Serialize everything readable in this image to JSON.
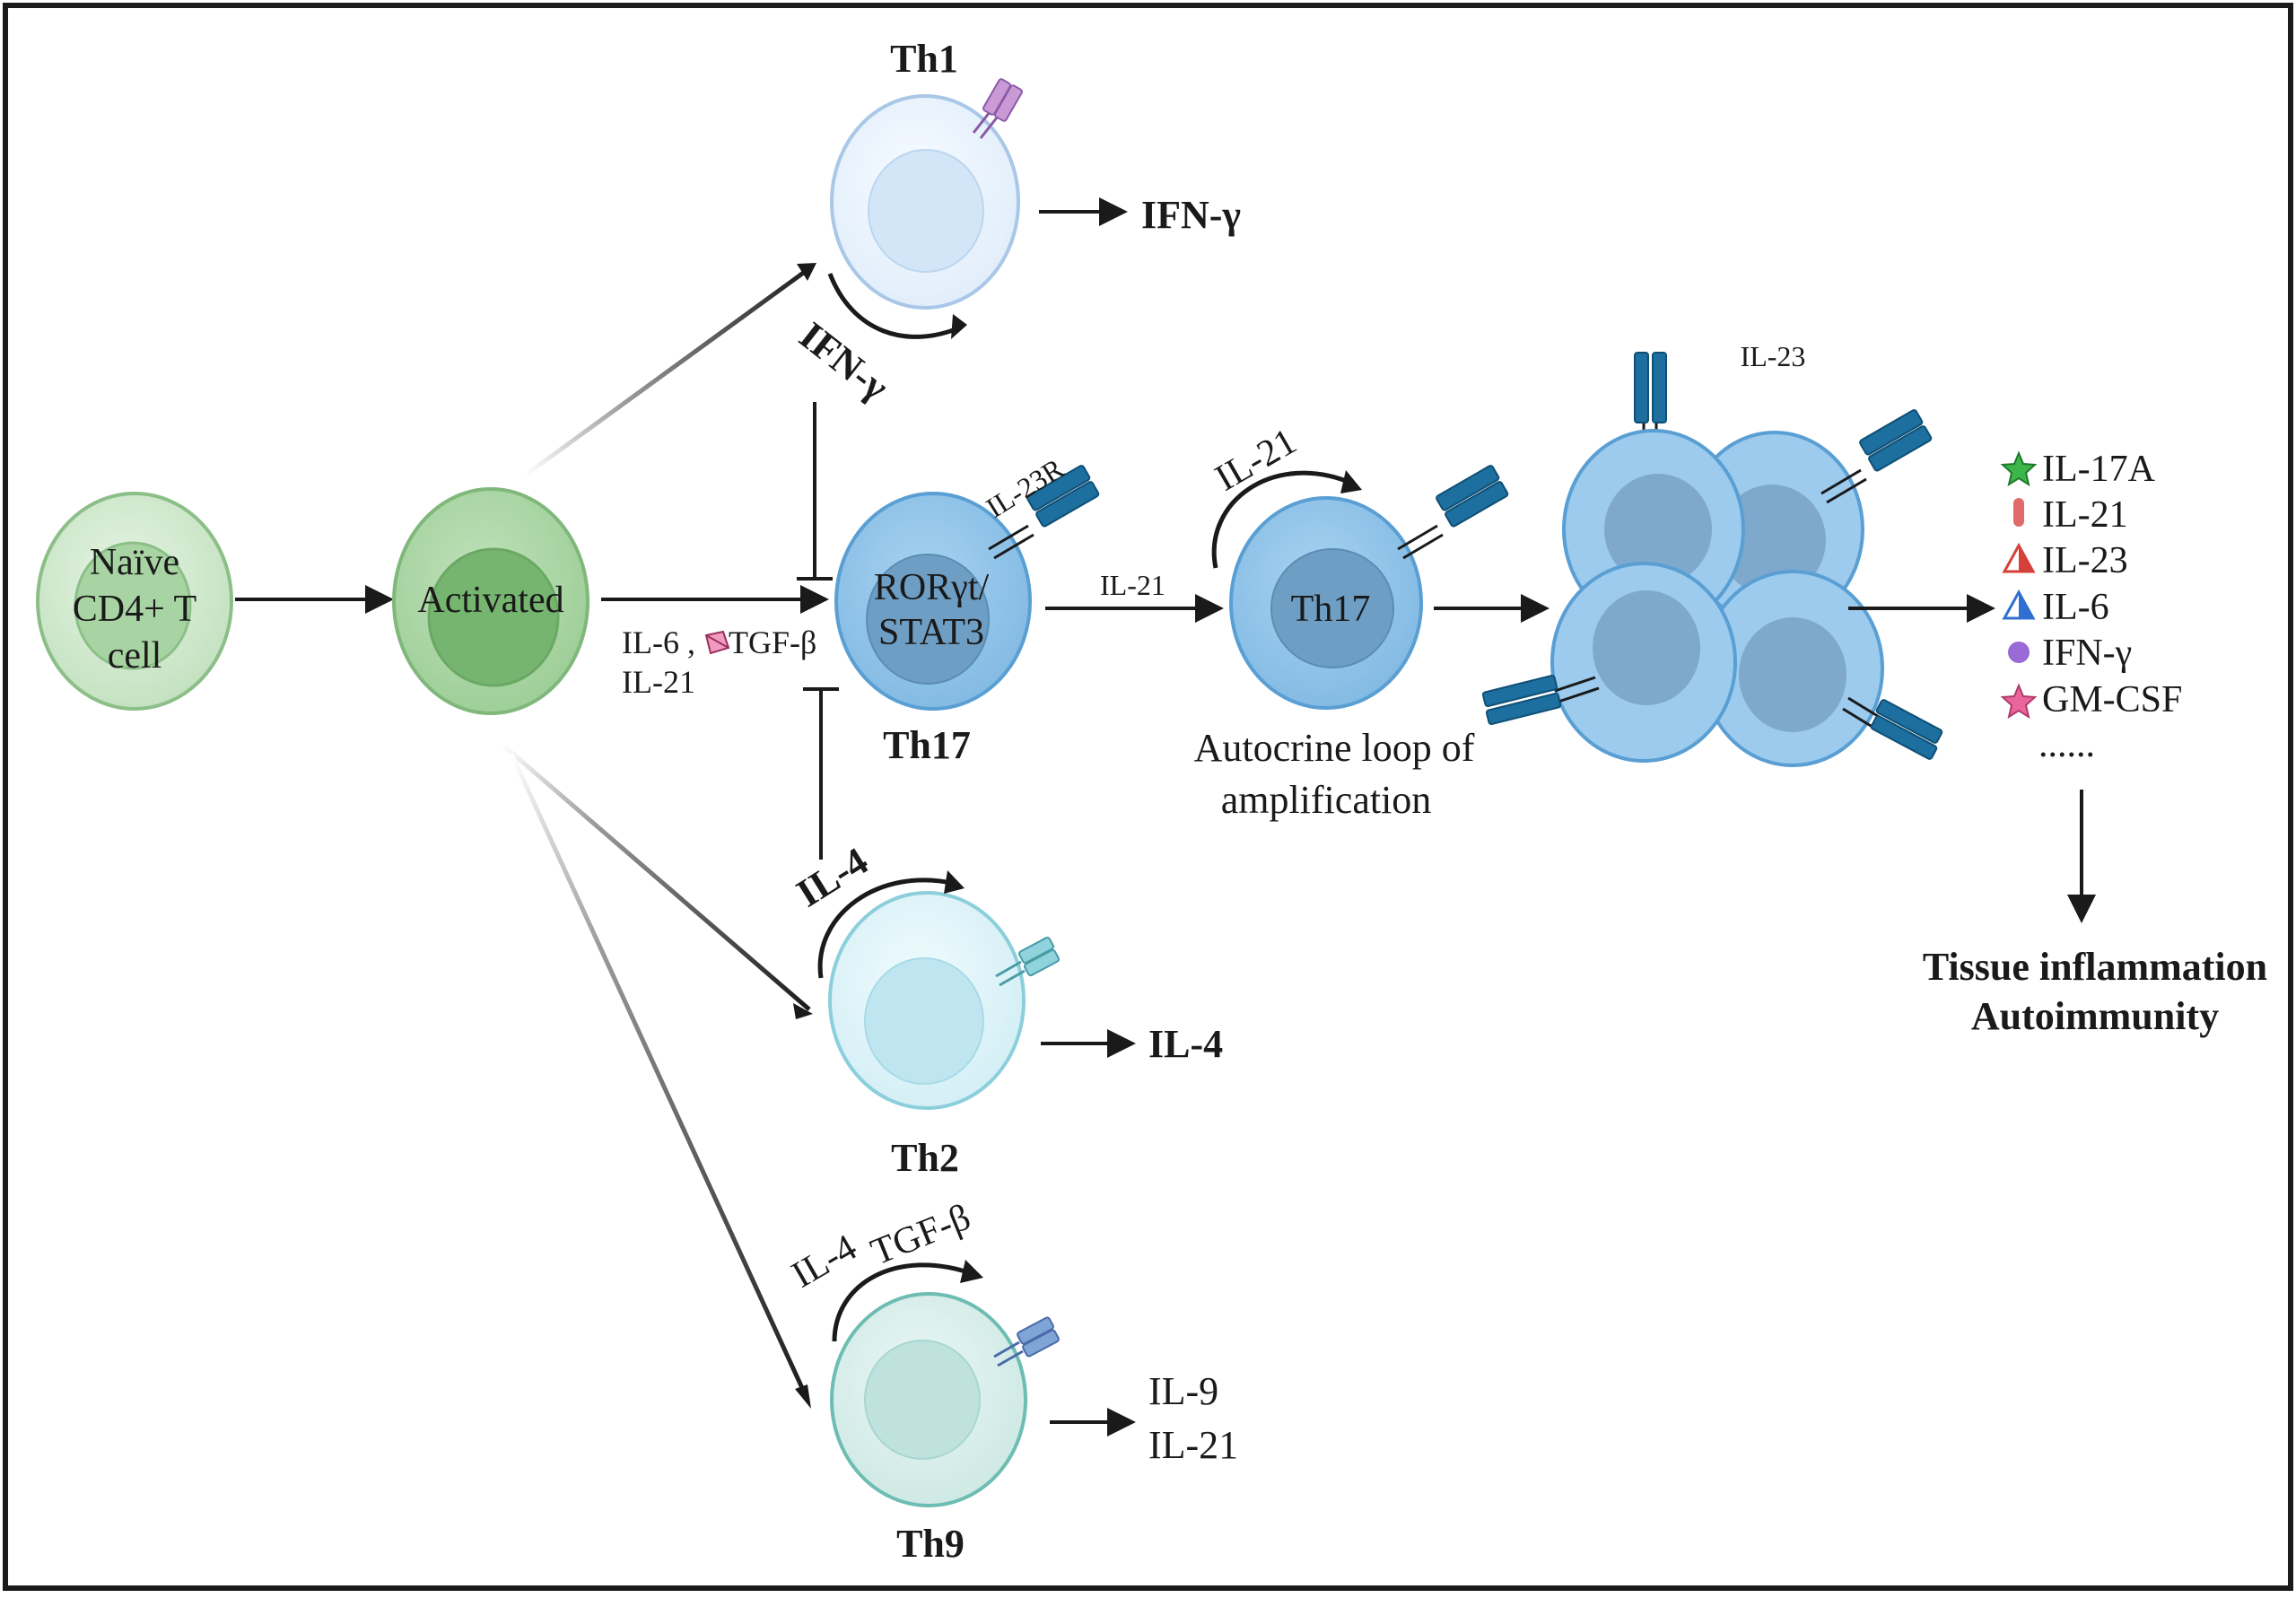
{
  "cells": {
    "naive": [
      "Naïve",
      "CD4+ T",
      "cell"
    ],
    "activated": "Activated",
    "th1": "Th1",
    "th17": "Th17",
    "th17_core": [
      "RORγt/",
      "STAT3"
    ],
    "th17_autocrine": "Th17",
    "th2": "Th2",
    "th9": "Th9"
  },
  "labels": {
    "th1_output": "IFN-γ",
    "th1_loop": "IFN-γ",
    "il23r": "IL-23R",
    "diff_il6": "IL-6 ,",
    "diff_tgfb": "TGF-β",
    "diff_il21": "IL-21",
    "il21_arrow": "IL-21",
    "il21_loop": "IL-21",
    "autocrine": [
      "Autocrine loop of",
      "amplification"
    ],
    "il23_cluster": "IL-23",
    "th2_output": "IL-4",
    "th2_loop": "IL-4",
    "th9_loop_il4": "IL-4",
    "th9_loop_tgfb": "TGF-β",
    "th9_output": [
      "IL-9",
      "IL-21"
    ],
    "outcome": [
      "Tissue inflammation",
      "Autoimmunity"
    ]
  },
  "cytokines": [
    {
      "name": "IL-17A",
      "icon": "green-star-icon",
      "color": "#3cb54a"
    },
    {
      "name": "IL-21",
      "icon": "red-capsule-icon",
      "color": "#e06a6a"
    },
    {
      "name": "IL-23",
      "icon": "red-triangle-icon",
      "color": "#d6403a"
    },
    {
      "name": "IL-6",
      "icon": "blue-triangle-icon",
      "color": "#2f6fd0"
    },
    {
      "name": "IFN-γ",
      "icon": "purple-circle-icon",
      "color": "#9a6ad6"
    },
    {
      "name": "GM-CSF",
      "icon": "pink-star-icon",
      "color": "#e8669a"
    }
  ],
  "cytokine_more": "......",
  "colors": {
    "naive": "#cfe8cf",
    "activated": "#a9d5a4",
    "th1": "#eaf3fd",
    "th17": "#8fc3ea",
    "th2": "#ddf3f8",
    "th9": "#d8efec",
    "receptor_th17": "#1a6c9a",
    "receptor_th1": "#c99ad6",
    "receptor_th2": "#8fd3dc",
    "receptor_th9": "#7fa4d6"
  }
}
